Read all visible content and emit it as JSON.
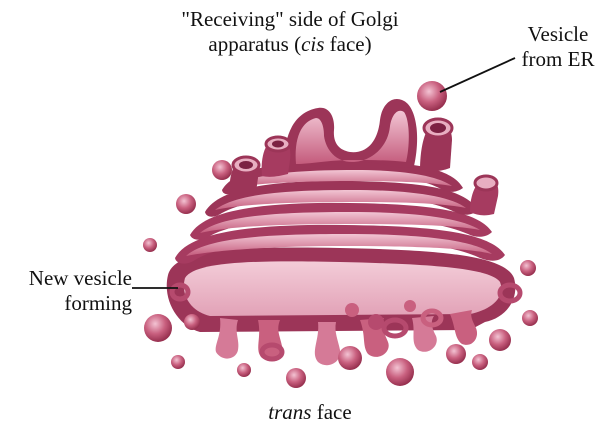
{
  "labels": {
    "cis_line1": "\"Receiving\" side of Golgi",
    "cis_line2_pre": "apparatus (",
    "cis_line2_em": "cis",
    "cis_line2_post": " face)",
    "vesicle_line1": "Vesicle",
    "vesicle_line2": "from ER",
    "new_line1": "New vesicle",
    "new_line2": "forming",
    "trans_em": "trans",
    "trans_post": " face"
  },
  "colors": {
    "membrane_dark": "#8e2a4e",
    "membrane_mid": "#b64a6e",
    "membrane_light": "#e3a3b8",
    "membrane_pale": "#f1c7d4",
    "leader_line": "#111111"
  }
}
